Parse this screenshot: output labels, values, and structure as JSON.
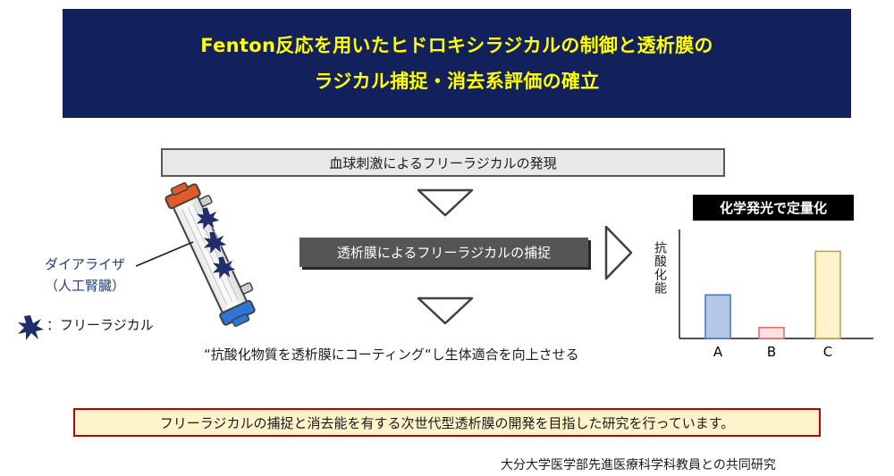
{
  "title": {
    "line1": "Fenton反応を用いたヒドロキシラジカルの制御と透析膜の",
    "line2": "ラジカル捕捉・消去系評価の確立"
  },
  "steps": {
    "step1": "血球刺激によるフリーラジカルの発現",
    "step2": "透析膜によるフリーラジカルの捕捉"
  },
  "dialyzer": {
    "label_line1": "ダイアライザ",
    "label_line2": "（人工腎臓）"
  },
  "legend": {
    "radical_label": "：フリーラジカル"
  },
  "coating_text": "“抗酸化物質を透析膜にコーティング“し生体適合を向上させる",
  "quant_label": "化学発光で定量化",
  "chart_data": {
    "type": "bar",
    "categories": [
      "A",
      "B",
      "C"
    ],
    "values": [
      0.4,
      0.1,
      0.8
    ],
    "ylabel": "抗酸化能",
    "xlabel": "",
    "ylim": [
      0,
      1
    ],
    "colors": {
      "fills": [
        "#b4c7e7",
        "#fbe2e2",
        "#fff2cc"
      ],
      "strokes": [
        "#4472c4",
        "#e06666",
        "#bf9f3a"
      ]
    },
    "grid": false
  },
  "goal_text": "フリーラジカルの捕捉と消去能を有する次世代型透析膜の開発を目指した研究を行っています。",
  "credit": "大分大学医学部先進医療科学科教員との共同研究",
  "colors": {
    "banner_bg": "#12205c",
    "banner_text": "#ffff00",
    "goal_border": "#c00000",
    "goal_bg": "#fff3cc",
    "radical_icon": "#1f2d6b"
  },
  "icons": [
    "dialyzer-icon",
    "radical-burst-icon",
    "down-arrow-icon",
    "right-arrow-icon"
  ]
}
